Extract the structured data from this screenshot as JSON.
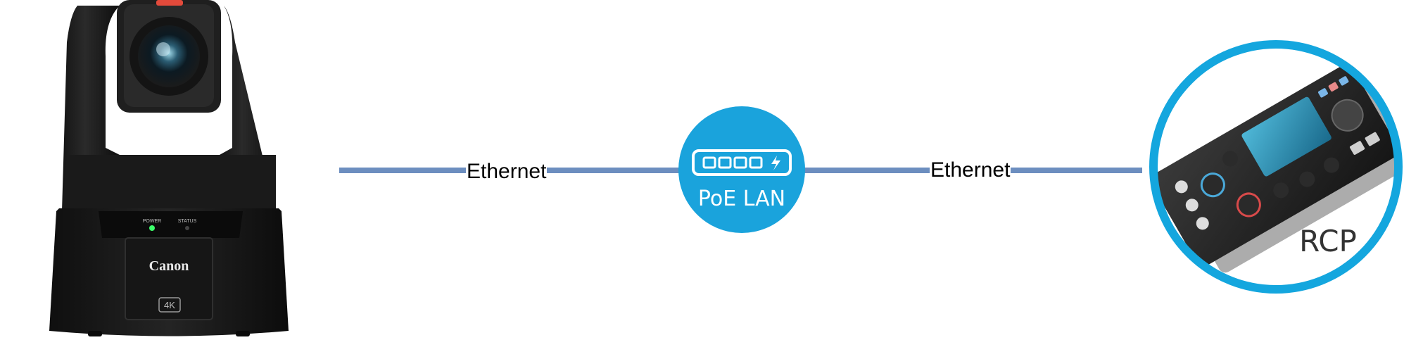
{
  "diagram": {
    "connections": [
      {
        "from": "camera",
        "to": "poe-switch",
        "label": "Ethernet"
      },
      {
        "from": "poe-switch",
        "to": "rcp",
        "label": "Ethernet"
      }
    ],
    "camera": {
      "brand": "Canon",
      "badge": "4K",
      "indicator_power": "POWER",
      "indicator_status": "STATUS",
      "icon": "ptz-camera-icon"
    },
    "poe_switch": {
      "label": "PoE LAN",
      "icon": "network-switch-icon",
      "color": "#1aa3dc"
    },
    "rcp": {
      "label": "RCP",
      "icon": "remote-control-panel-icon",
      "ring_color": "#14a6de"
    },
    "line_color": "#6c8ebf"
  }
}
